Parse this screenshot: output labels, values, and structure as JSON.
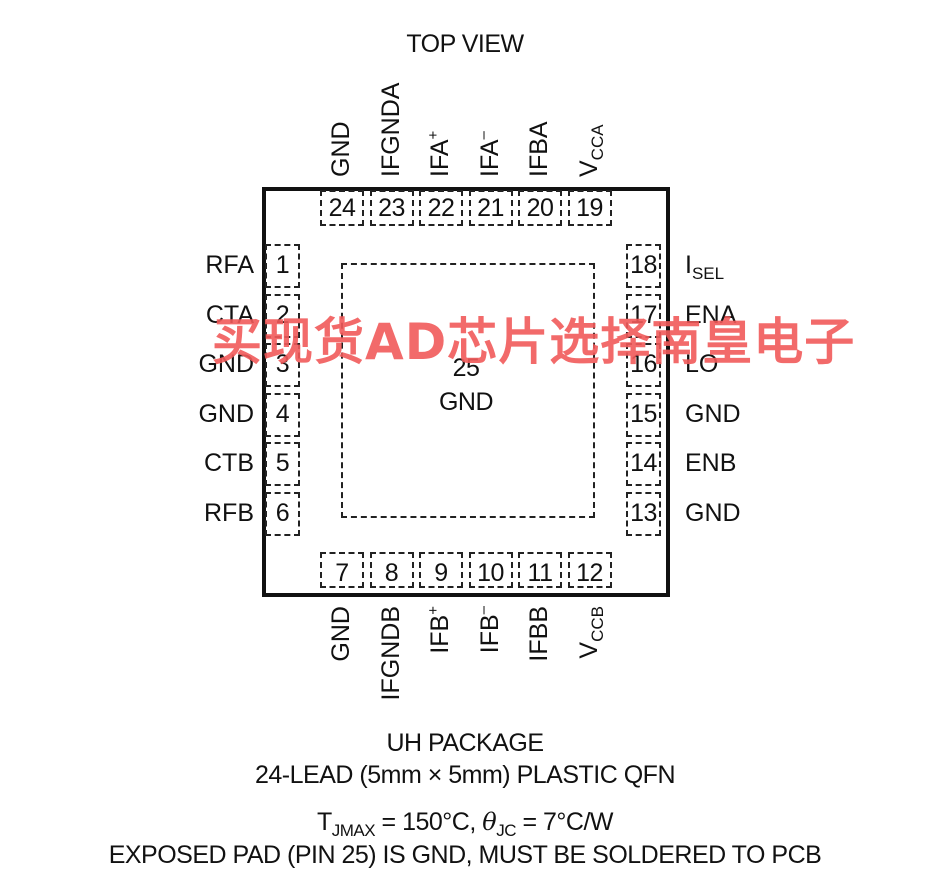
{
  "title": "TOP VIEW",
  "package": {
    "name": "UH PACKAGE",
    "description": "24-LEAD (5mm × 5mm) PLASTIC QFN",
    "thermal_tj": "T",
    "thermal_tj_sub": "JMAX",
    "thermal_tj_val": " = 150°C, ",
    "thermal_theta": "θ",
    "thermal_theta_sub": "JC",
    "thermal_theta_val": " = 7°C/W",
    "note": "EXPOSED PAD (PIN 25) IS GND, MUST BE SOLDERED TO PCB"
  },
  "exposed_pad": {
    "number": "25",
    "name": "GND"
  },
  "pins_left": [
    {
      "num": "1",
      "name": "RFA"
    },
    {
      "num": "2",
      "name": "CTA"
    },
    {
      "num": "3",
      "name": "GND"
    },
    {
      "num": "4",
      "name": "GND"
    },
    {
      "num": "5",
      "name": "CTB"
    },
    {
      "num": "6",
      "name": "RFB"
    }
  ],
  "pins_right": [
    {
      "num": "18",
      "name": "I",
      "sub": "SEL"
    },
    {
      "num": "17",
      "name": "ENA"
    },
    {
      "num": "16",
      "name": "LO"
    },
    {
      "num": "15",
      "name": "GND"
    },
    {
      "num": "14",
      "name": "ENB"
    },
    {
      "num": "13",
      "name": "GND"
    }
  ],
  "pins_top": [
    {
      "num": "24",
      "name": "GND"
    },
    {
      "num": "23",
      "name": "IFGNDA"
    },
    {
      "num": "22",
      "name": "IFA",
      "sup": "+"
    },
    {
      "num": "21",
      "name": "IFA",
      "sup": "–"
    },
    {
      "num": "20",
      "name": "IFBA"
    },
    {
      "num": "19",
      "name": "V",
      "sub": "CCA"
    }
  ],
  "pins_bottom": [
    {
      "num": "7",
      "name": "GND"
    },
    {
      "num": "8",
      "name": "IFGNDB"
    },
    {
      "num": "9",
      "name": "IFB",
      "sup": "+"
    },
    {
      "num": "10",
      "name": "IFB",
      "sup": "–"
    },
    {
      "num": "11",
      "name": "IFBB"
    },
    {
      "num": "12",
      "name": "V",
      "sub": "CCB"
    }
  ],
  "watermark": "买现货AD芯片选择南皇电子",
  "colors": {
    "outline": "#111111",
    "watermark": "#f15a5a"
  }
}
